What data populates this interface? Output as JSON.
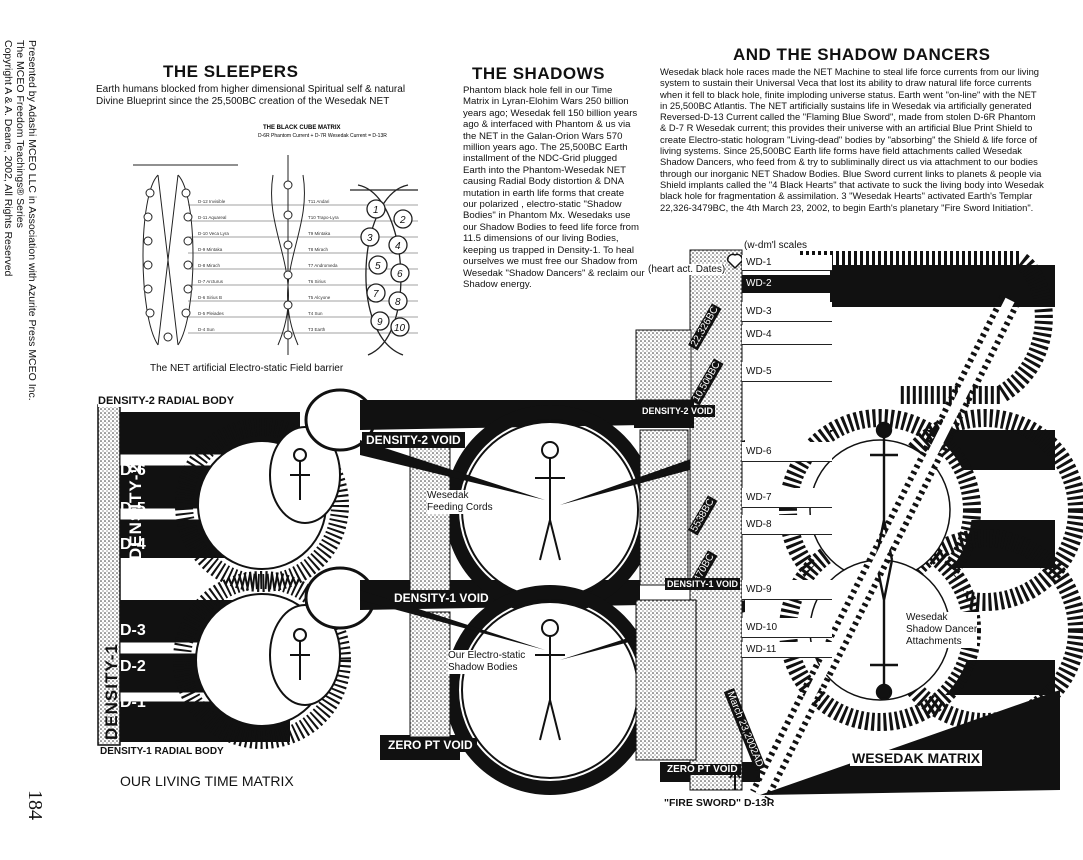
{
  "margin": {
    "series": "The MCEO Freedom Teachings® Series",
    "presented": "Presented by Adashi MCEO LLC in Association with Azurite Press MCEO Inc.",
    "copyright": "Copyright A & A. Deane, 2002, All Rights Reserved",
    "page_number": "184"
  },
  "sleepers": {
    "title": "THE SLEEPERS",
    "subtitle_1": "Earth humans blocked from higher dimensional Spiritual self & natural",
    "subtitle_2": "Divine Blueprint since the 25,500BC creation of the Wesedak NET",
    "matrix_title": "THE BLACK CUBE MATRIX",
    "matrix_sub": "D-6R Phantom Current + D-7R Wesedak Current = D-13R",
    "caption": "The NET artificial Electro-static Field barrier"
  },
  "shadows": {
    "title": "THE SHADOWS",
    "lines": [
      "Phantom black hole fell in our Time",
      "Matrix in Lyran-Elohim Wars 250 billion",
      "years ago; Wesedak fell 150 billion years",
      "ago & interfaced with Phantom & us via",
      "the NET in the Galan-Orion Wars 570",
      "million years ago. The 25,500BC Earth",
      "installment of the NDC-Grid plugged",
      "Earth into the Phantom-Wesedak NET",
      "causing Radial Body distortion & DNA",
      "mutation in earth life forms that create",
      "our polarized , electro-static \"Shadow",
      "Bodies\" in Phantom Mx. Wesedaks use",
      "our Shadow Bodies to feed life force from",
      "11.5 dimensions of our living Bodies,",
      "keeping us trapped in Density-1. To heal",
      "ourselves we must free our Shadow from",
      "Wesedak \"Shadow Dancers\" & reclaim our",
      "Shadow energy."
    ]
  },
  "dancers": {
    "title": "AND THE SHADOW DANCERS",
    "lines": [
      "Wesedak black hole races made the NET Machine to steal life force currents from our living",
      "system to sustain their Universal Veca that lost its ability to draw natural life force currents",
      "when it fell to black hole, finite imploding universe status. Earth went \"on-line\" with the NET",
      "in 25,500BC Atlantis. The NET artificially sustains life in Wesedak via artificially generated",
      "Reversed-D-13 Current called the \"Flaming Blue Sword\", made from stolen D-6R Phantom",
      "& D-7 R Wesedak current; this provides their universe with an artificial Blue Print Shield to",
      "create Electro-static hologram \"Living-dead\" bodies by \"absorbing\" the Shield & life force of",
      "living systems. Since 25,500BC Earth life forms have field attachments called Wesedak",
      "Shadow Dancers, who feed from & try to subliminally direct us via attachment to our bodies",
      "through our inorganic NET Shadow Bodies. Blue Sword current links to planets & people via",
      "Shield implants called the \"4 Black Hearts\" that activate to suck the living body into Wesedak",
      "black hole for fragmentation & assimilation. 3 \"Wesedak Hearts\" activated Earth's Templar",
      "22,326-3479BC, the 4th March 23, 2002, to begin Earth's planetary \"Fire Sword Initiation\"."
    ]
  },
  "wesedak": {
    "scales_label": "(w-dm'l scales",
    "heart_label": "(heart act. Dates)",
    "date_1": "22,326BC",
    "date_2": "10,500BC",
    "date_3": "5538BC",
    "date_4": "3470BC",
    "date_5": "March 23,2002AD",
    "scales": [
      "WD-1",
      "WD-2",
      "WD-3",
      "WD-4",
      "WD-5",
      "WD-6",
      "WD-7",
      "WD-8",
      "WD-9",
      "WD-10",
      "WD-11"
    ],
    "attach_label_1": "Wesedak",
    "attach_label_2": "Shadow Dancer",
    "attach_label_3": "Attachments",
    "matrix_label": "WESEDAK MATRIX"
  },
  "living": {
    "radial_top": "DENSITY-2 RADIAL BODY",
    "radial_bottom": "DENSITY-1 RADIAL BODY",
    "density_2": "DENSITY-2",
    "density_1": "DENSITY-1",
    "d_levels": [
      "D-6",
      "D-5",
      "D-4",
      "D-3",
      "D-2",
      "D-1"
    ],
    "matrix_label": "OUR LIVING TIME MATRIX"
  },
  "center": {
    "void_2_a": "DENSITY-2 VOID",
    "void_2_b": "DENSITY-2 VOID",
    "void_1_a": "DENSITY-1 VOID",
    "void_1_b": "DENSITY-1 VOID",
    "zero_a": "ZERO PT VOID",
    "zero_b": "ZERO PT VOID",
    "feeding_1": "Wesedak",
    "feeding_2": "Feeding Cords",
    "electro_1": "Our Electro-static",
    "electro_2": "Shadow Bodies",
    "fire_sword": "\"FIRE SWORD\" D-13R"
  }
}
